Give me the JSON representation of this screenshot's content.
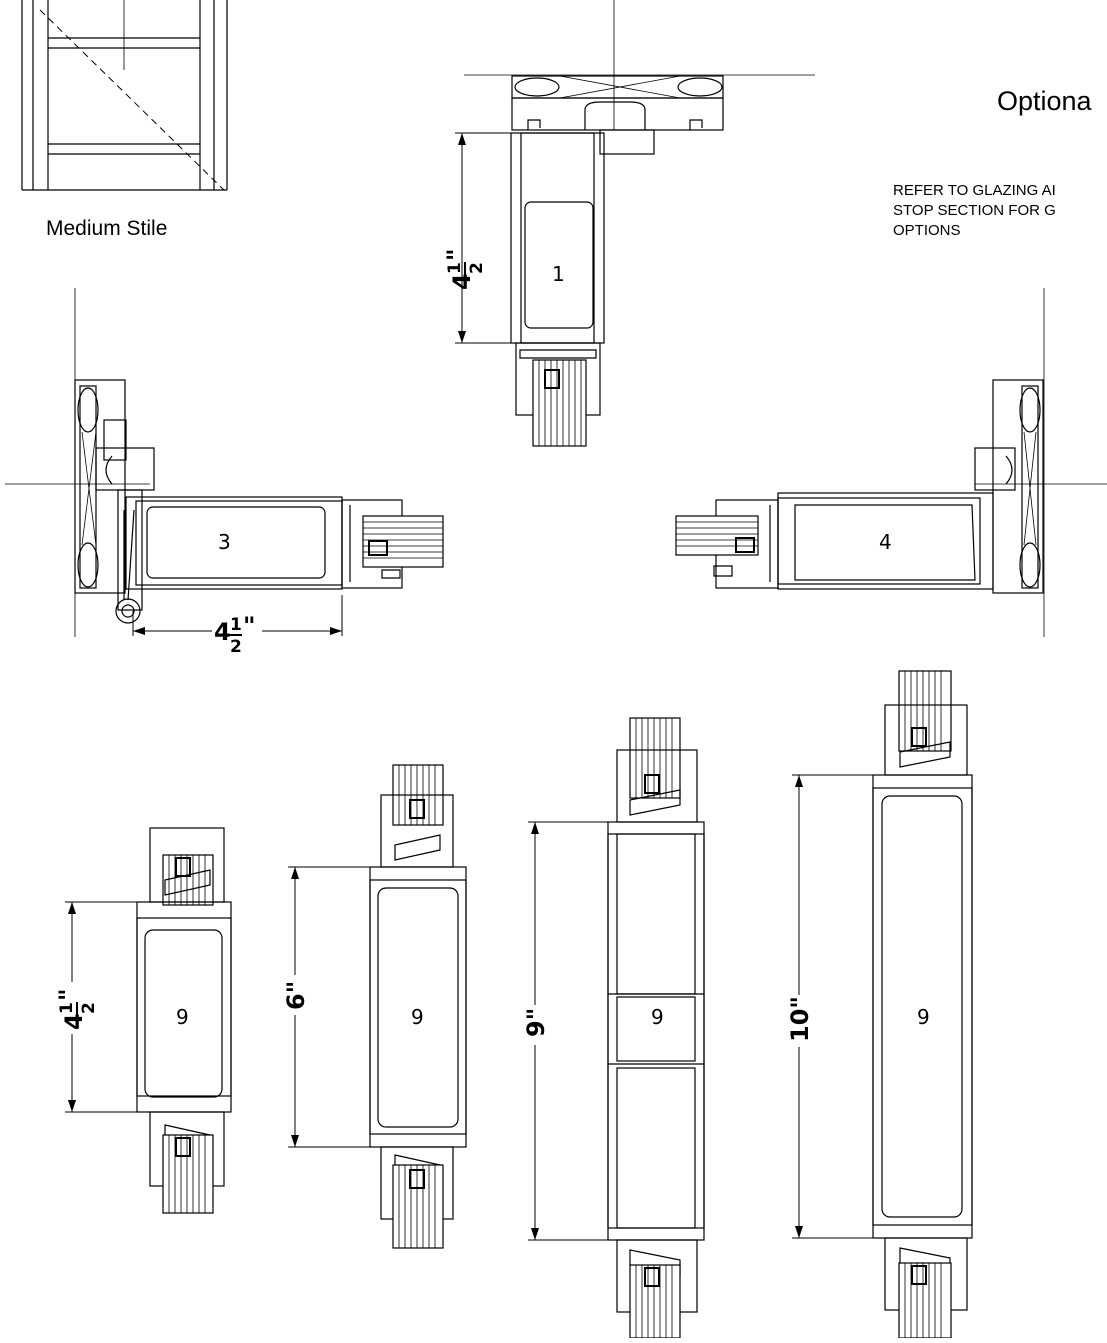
{
  "labels": {
    "medium_stile": "Medium Stile",
    "optional_heading": "Optiona",
    "note_line1": "REFER TO GLAZING AI",
    "note_line2": "STOP SECTION FOR G",
    "note_line3": "OPTIONS"
  },
  "profiles": {
    "top": "1",
    "left": "3",
    "right": "4",
    "bottom_a": "9",
    "bottom_b": "9",
    "bottom_c": "9",
    "bottom_d": "9"
  },
  "dimensions": {
    "top_whole": "4",
    "top_num": "1",
    "top_den": "2",
    "top_inch": "\"",
    "left_whole": "4",
    "left_num": "1",
    "left_den": "2",
    "left_inch": "\"",
    "a_whole": "4",
    "a_num": "1",
    "a_den": "2",
    "a_inch": "\"",
    "b": "6\"",
    "c": "9\"",
    "d": "10\""
  }
}
